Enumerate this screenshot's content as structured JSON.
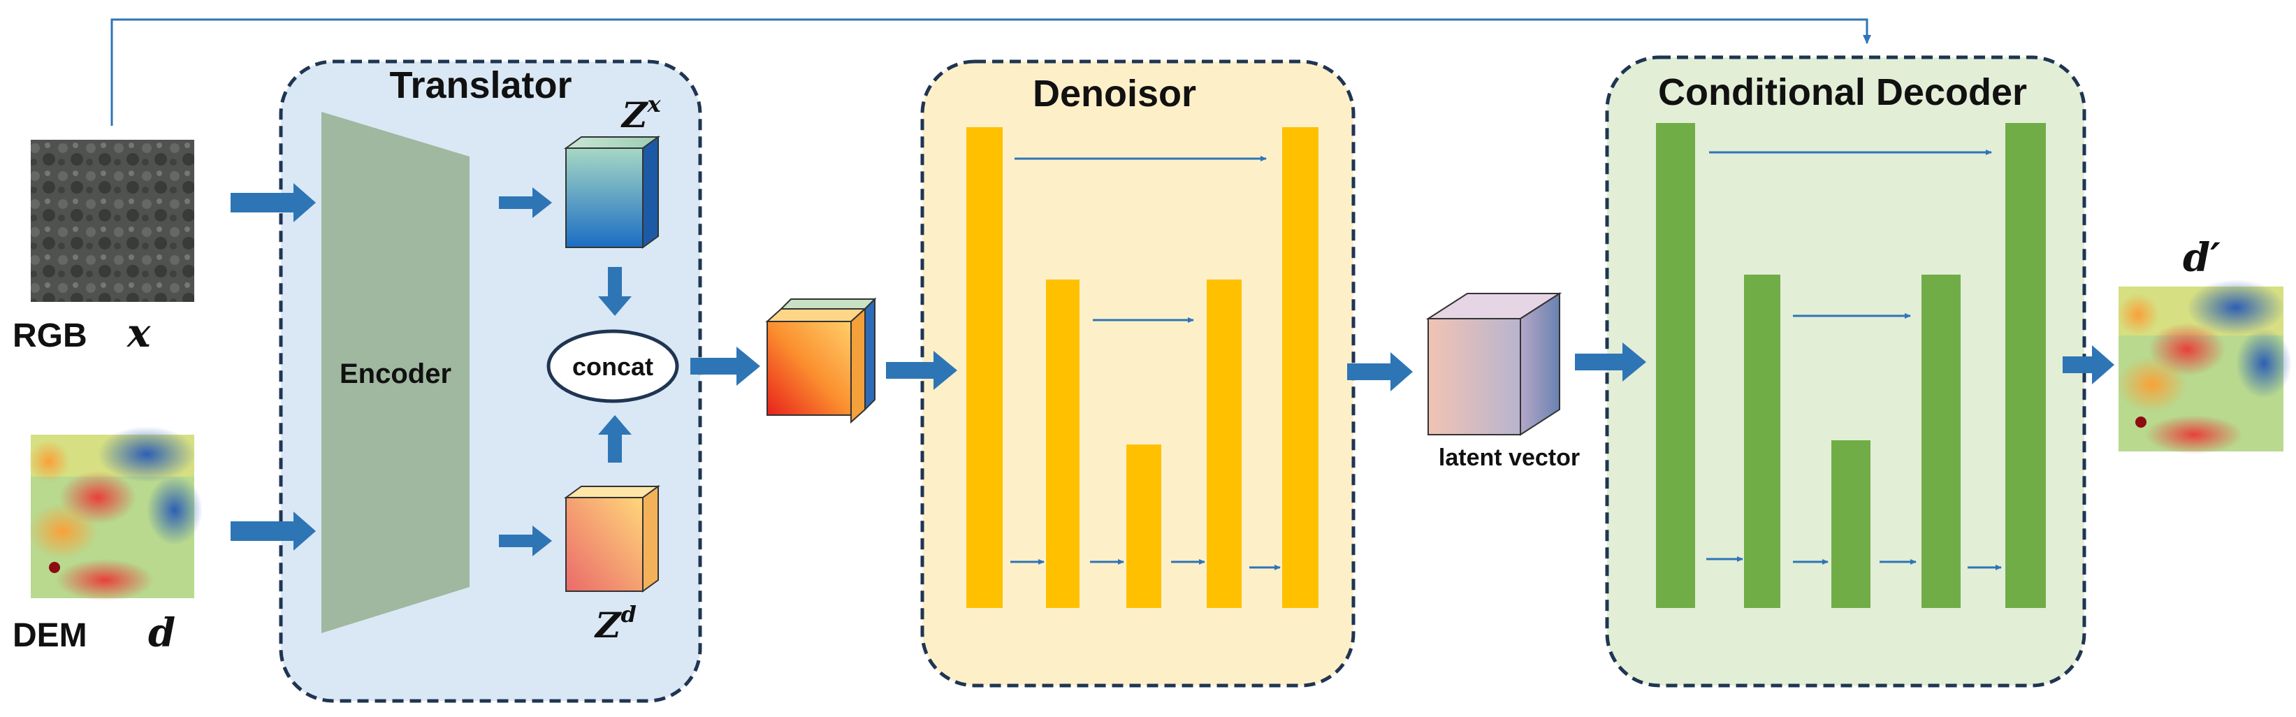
{
  "labels": {
    "translator": "Translator",
    "denoisor": "Denoisor",
    "conditional_decoder": "Conditional Decoder",
    "encoder": "Encoder",
    "concat": "concat",
    "latent_vector": "latent vector",
    "rgb": "RGB",
    "dem": "DEM"
  },
  "math": {
    "x": "x",
    "d": "d",
    "zx_base": "Z",
    "zx_sup": "x",
    "zd_base": "Z",
    "zd_sup": "d",
    "d_prime": "d′"
  },
  "colors": {
    "translator_bg": "#dae8f5",
    "denoisor_bg": "#fdf0c9",
    "decoder_bg": "#e2eed6",
    "border": "#1f3552",
    "arrow": "#2e75b6",
    "encoder": "#9fb89f",
    "denoisor_bar": "#ffc000",
    "decoder_bar": "#70ad47"
  }
}
